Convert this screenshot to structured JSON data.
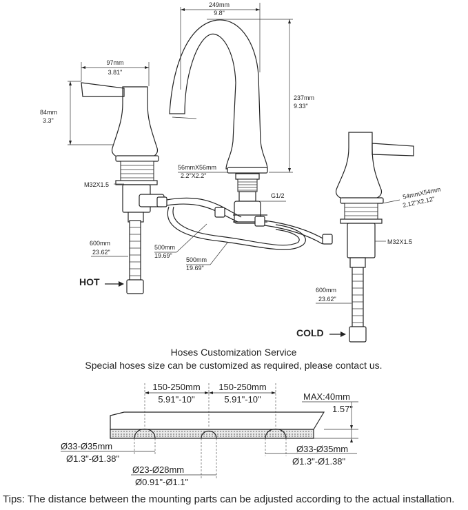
{
  "faucet": {
    "spout_width_mm": "249mm",
    "spout_width_in": "9.8\"",
    "spout_height_mm": "237mm",
    "spout_height_in": "9.33\"",
    "handle_width_mm": "97mm",
    "handle_width_in": "3.81\"",
    "handle_height_mm": "84mm",
    "handle_height_in": "3.3\"",
    "spout_base_mm": "56mmX56mm",
    "spout_base_in": "2.2\"X2.2\"",
    "right_base_mm": "54mmX54mm",
    "right_base_in": "2.12\"X2.12\"",
    "thread_left": "M32X1.5",
    "thread_right": "M32X1.5",
    "spout_thread": "G1/2",
    "hose_left_mm": "600mm",
    "hose_left_in": "23.62\"",
    "hose_right_mm": "600mm",
    "hose_right_in": "23.62\"",
    "hose_a_mm": "500mm",
    "hose_a_in": "19.69\"",
    "hose_b_mm": "500mm",
    "hose_b_in": "19.69\"",
    "hot_label": "HOT",
    "cold_label": "COLD"
  },
  "service": {
    "title": "Hoses Customization Service",
    "subtitle": "Special hoses size can be customized as required, please contact us."
  },
  "deck": {
    "spacing_left_mm": "150-250mm",
    "spacing_left_in": "5.91\"-10\"",
    "spacing_right_mm": "150-250mm",
    "spacing_right_in": "5.91\"-10\"",
    "max_thickness_mm": "MAX:40mm",
    "max_thickness_in": "1.57\"",
    "hole_left_mm": "Ø33-Ø35mm",
    "hole_left_in": "Ø1.3\"-Ø1.38\"",
    "hole_center_mm": "Ø23-Ø28mm",
    "hole_center_in": "Ø0.91\"-Ø1.1\"",
    "hole_right_mm": "Ø33-Ø35mm",
    "hole_right_in": "Ø1.3\"-Ø1.38\""
  },
  "tips": "Tips: The distance between the mounting parts can be adjusted according to the actual installation."
}
